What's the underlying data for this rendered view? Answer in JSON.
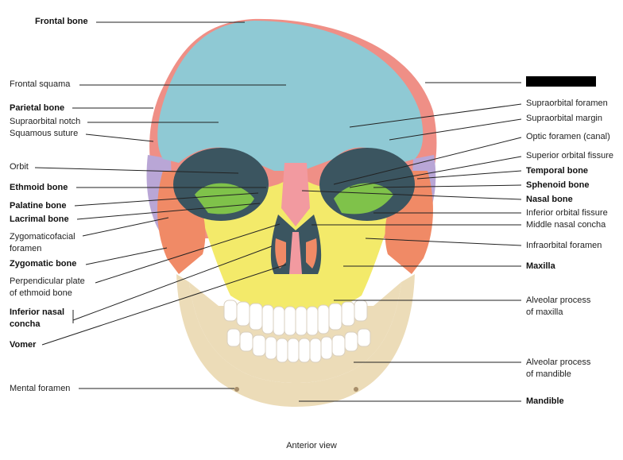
{
  "labels_left": {
    "frontal_bone": "Frontal bone",
    "frontal_squama": "Frontal squama",
    "parietal_bone": "Parietal bone",
    "supraorbital_notch": "Supraorbital notch",
    "squamous_suture": "Squamous suture",
    "orbit": "Orbit",
    "ethmoid_bone": "Ethmoid bone",
    "palatine_bone": "Palatine bone",
    "lacrimal_bone": "Lacrimal bone",
    "zygomaticofacial_1": "Zygomaticofacial",
    "zygomaticofacial_2": "foramen",
    "zygomatic_bone": "Zygomatic bone",
    "perpendicular_1": "Perpendicular plate",
    "perpendicular_2": "of ethmoid bone",
    "inferior_nasal_1": "Inferior nasal",
    "inferior_nasal_2": "concha",
    "vomer": "Vomer",
    "mental_foramen": "Mental foramen"
  },
  "labels_right": {
    "supraorbital_foramen": "Supraorbital foramen",
    "supraorbital_margin": "Supraorbital margin",
    "optic_foramen": "Optic foramen (canal)",
    "superior_orbital_fissure": "Superior orbital fissure",
    "temporal_bone": "Temporal bone",
    "sphenoid_bone": "Sphenoid bone",
    "nasal_bone": "Nasal bone",
    "inferior_orbital_fissure": "Inferior orbital fissure",
    "middle_nasal_concha": "Middle nasal concha",
    "infraorbital_foramen": "Infraorbital foramen",
    "maxilla": "Maxilla",
    "alveolar_maxilla_1": "Alveolar process",
    "alveolar_maxilla_2": "of maxilla",
    "alveolar_mandible_1": "Alveolar process",
    "alveolar_mandible_2": "of mandible",
    "mandible": "Mandible"
  },
  "caption": "Anterior view",
  "colors": {
    "frontal": "#8fc9d4",
    "parietal": "#ef8f86",
    "temporal": "#b9a6d6",
    "sphenoid": "#7fc24a",
    "zygomatic": "#f08a66",
    "maxilla": "#f3ea6a",
    "nasal": "#f29aa0",
    "mandible": "#ecdcb8",
    "teeth": "#ffffff",
    "cavity": "#3b5560",
    "leader": "#222222"
  }
}
